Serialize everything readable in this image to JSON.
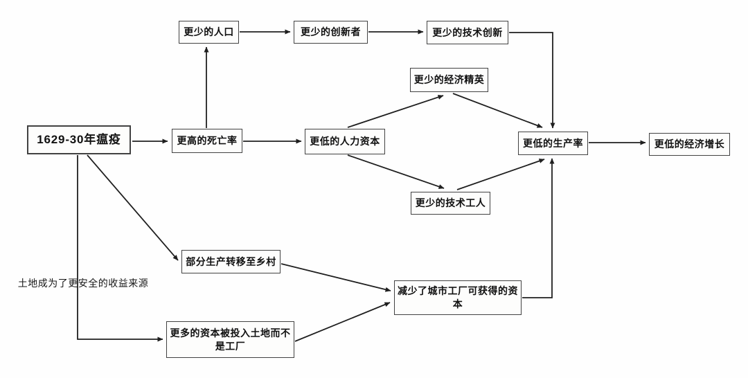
{
  "diagram": {
    "title": "1629-30 plague economic effects flowchart",
    "colors": {
      "background": "#fefefe",
      "box_border": "#414141",
      "box_fill": "#fdfdfc",
      "arrow": "#1f1f1f",
      "text": "#101010"
    },
    "nodes": {
      "plague": {
        "label": "1629-30年瘟疫"
      },
      "mortality": {
        "label": "更高的死亡率"
      },
      "population": {
        "label": "更少的人口"
      },
      "innovators": {
        "label": "更少的创新者"
      },
      "tech_innovation": {
        "label": "更少的技术创新"
      },
      "economic_elites": {
        "label": "更少的经济精英"
      },
      "human_capital": {
        "label": "更低的人力资本"
      },
      "productivity": {
        "label": "更低的生产率"
      },
      "economic_growth": {
        "label": "更低的经济增长"
      },
      "skilled_workers": {
        "label": "更少的技术工人"
      },
      "rural_production": {
        "label": "部分生产转移至乡村"
      },
      "capital_to_land": {
        "label": "更多的资本被投入土地而不是工厂"
      },
      "reduced_urban_capital": {
        "label": "减少了城市工厂可获得的资本"
      },
      "land_note": {
        "label": "土地成为了更安全的收益来源"
      }
    },
    "edges": [
      {
        "from": "plague",
        "to": "mortality"
      },
      {
        "from": "mortality",
        "to": "population"
      },
      {
        "from": "population",
        "to": "innovators"
      },
      {
        "from": "innovators",
        "to": "tech_innovation"
      },
      {
        "from": "tech_innovation",
        "to": "productivity"
      },
      {
        "from": "mortality",
        "to": "human_capital"
      },
      {
        "from": "human_capital",
        "to": "economic_elites"
      },
      {
        "from": "economic_elites",
        "to": "productivity"
      },
      {
        "from": "human_capital",
        "to": "skilled_workers"
      },
      {
        "from": "skilled_workers",
        "to": "productivity"
      },
      {
        "from": "plague",
        "to": "rural_production"
      },
      {
        "from": "plague",
        "to": "capital_to_land"
      },
      {
        "from": "rural_production",
        "to": "reduced_urban_capital"
      },
      {
        "from": "capital_to_land",
        "to": "reduced_urban_capital"
      },
      {
        "from": "reduced_urban_capital",
        "to": "productivity"
      },
      {
        "from": "productivity",
        "to": "economic_growth"
      }
    ]
  }
}
